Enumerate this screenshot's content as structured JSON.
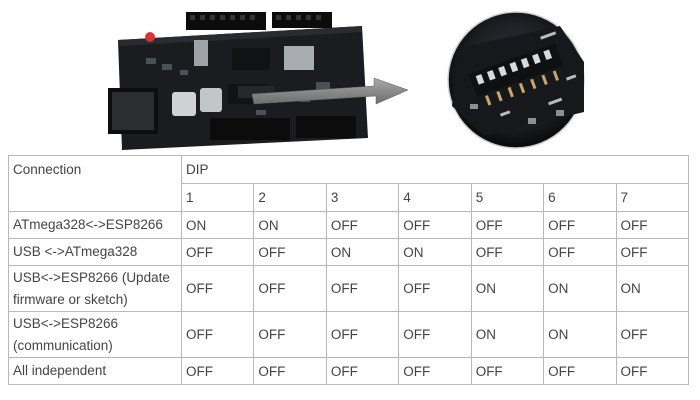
{
  "figure": {
    "board_photo": "arduino-uno-wifi-board",
    "zoom_photo": "dip-switch-closeup"
  },
  "table": {
    "header_connection": "Connection",
    "header_dip": "DIP",
    "dip_numbers": [
      "1",
      "2",
      "3",
      "4",
      "5",
      "6",
      "7"
    ],
    "rows": [
      {
        "label": "ATmega328<->ESP8266",
        "values": [
          "ON",
          "ON",
          "OFF",
          "OFF",
          "OFF",
          "OFF",
          "OFF"
        ]
      },
      {
        "label": "USB <->ATmega328",
        "values": [
          "OFF",
          "OFF",
          "ON",
          "ON",
          "OFF",
          "OFF",
          "OFF"
        ]
      },
      {
        "label": "USB<->ESP8266 (Update firmware or sketch)",
        "values": [
          "OFF",
          "OFF",
          "OFF",
          "OFF",
          "ON",
          "ON",
          "ON"
        ]
      },
      {
        "label": "USB<->ESP8266 (communication)",
        "values": [
          "OFF",
          "OFF",
          "OFF",
          "OFF",
          "ON",
          "ON",
          "OFF"
        ]
      },
      {
        "label": "All independent",
        "values": [
          "OFF",
          "OFF",
          "OFF",
          "OFF",
          "OFF",
          "OFF",
          "OFF"
        ]
      }
    ]
  }
}
